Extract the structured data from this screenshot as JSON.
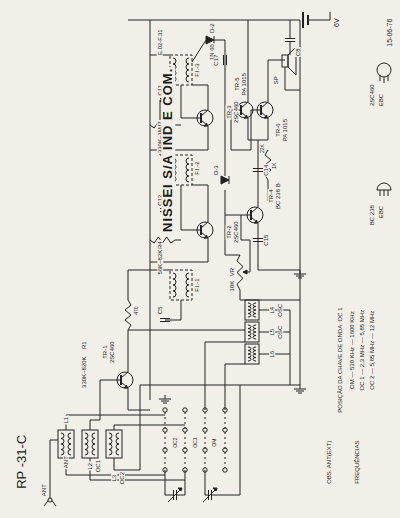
{
  "diagram": {
    "title": "NISSEI S/A IND E COM.",
    "labels": [
      "RP -31-C",
      "E.02-F.31",
      "15-06-76",
      "6V",
      "SP",
      "C8",
      "TR-5",
      "PA 1015",
      "TR-6",
      "PA 1015",
      "TR-4",
      "BC 238 B",
      "D-3",
      "D-2",
      "1N 60",
      "F.I.-3",
      "TR-3",
      "2SC460",
      "R7",
      "330K~1M",
      "F.I.-2",
      "TR-2",
      "2SC460",
      "R4",
      "56K~82K",
      "F.I.-1",
      "TR-1",
      "2SC460",
      "R1",
      "330K~820K",
      "VR",
      "10K",
      "C11",
      "C12",
      "C5",
      "C14",
      "C15",
      "C17",
      "L1",
      "ANT",
      "L2",
      "OC1",
      "L3",
      "OC2",
      "ANT",
      "L4",
      "L5",
      "L6",
      "OSC",
      "OSC",
      "OM",
      "OC1",
      "OC2",
      "OBS. ANT(EXT)",
      "POSIÇÃO DA CHAVE DE ONDA: OC 1",
      "FREQUÊNCIAS",
      "OM — 530 KHz — 1600 KHz",
      "OC 1 — 2,3 MHz — 5,85 MHz",
      "OC 2 — 5,85 MHz — 12 MHz",
      "2SC460",
      "EBC",
      "BC 238",
      "EBC",
      "1K",
      "470",
      "22K"
    ]
  }
}
